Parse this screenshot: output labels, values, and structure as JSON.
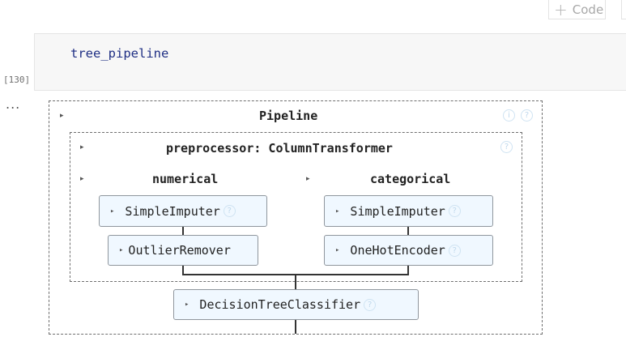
{
  "toolbar": {
    "add_code_label": "Code"
  },
  "cell": {
    "code": "tree_pipeline",
    "execution_count": "[130]",
    "output_prompt": "..."
  },
  "diagram": {
    "pipeline": {
      "label": "Pipeline",
      "info_icon": "i",
      "help_icon": "?"
    },
    "preprocessor": {
      "label": "preprocessor: ColumnTransformer",
      "help_icon": "?"
    },
    "numerical": {
      "label": "numerical",
      "steps": [
        {
          "label": "SimpleImputer",
          "help_icon": "?"
        },
        {
          "label": "OutlierRemover",
          "help_icon": ""
        }
      ]
    },
    "categorical": {
      "label": "categorical",
      "steps": [
        {
          "label": "SimpleImputer",
          "help_icon": "?"
        },
        {
          "label": "OneHotEncoder",
          "help_icon": "?"
        }
      ]
    },
    "classifier": {
      "label": "DecisionTreeClassifier",
      "help_icon": "?"
    },
    "toggle_glyph": "▸"
  },
  "colors": {
    "estimator_bg": "#f0f8ff",
    "code_text": "#1f2f84",
    "cell_bg": "#f7f7f7"
  }
}
